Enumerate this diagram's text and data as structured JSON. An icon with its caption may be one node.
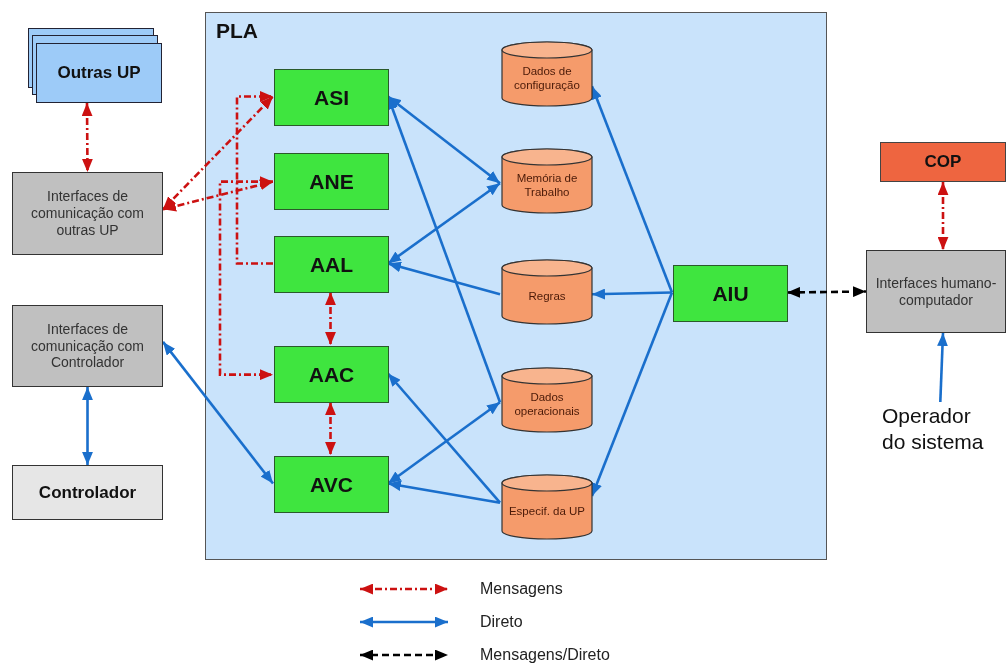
{
  "diagram": {
    "nodes": [
      {
        "text": [
          "Outras UP"
        ]
      },
      {
        "text": [
          "Interfaces de comunicação com outras UP"
        ]
      },
      {
        "text": [
          "Interfaces de comunicação com Controlador"
        ]
      },
      {
        "text": [
          "Controlador"
        ]
      },
      {
        "text": [
          "PLA"
        ]
      },
      {
        "text": [
          "ASI"
        ],
        "in": 4
      },
      {
        "text": [
          "ANE"
        ],
        "in": 4
      },
      {
        "text": [
          "AAL"
        ],
        "in": 4
      },
      {
        "text": [
          "AAC"
        ],
        "in": 4
      },
      {
        "text": [
          "AVC"
        ],
        "in": 4
      },
      {
        "text": [
          "Dados de configuração"
        ],
        "in": 4
      },
      {
        "text": [
          "Memória de Trabalho"
        ],
        "in": 4
      },
      {
        "text": [
          "Regras"
        ],
        "in": 4
      },
      {
        "text": [
          "Dados operacionais"
        ],
        "in": 4
      },
      {
        "text": [
          "Especif. da UP"
        ],
        "in": 4
      },
      {
        "text": [
          "AIU"
        ],
        "in": 4
      },
      {
        "text": [
          "COP"
        ]
      },
      {
        "text": [
          "Interfaces humano-computador"
        ]
      },
      {
        "text": [
          "Operador do sistema"
        ]
      }
    ],
    "edges": [
      {
        "from": 0,
        "to": 1,
        "arrow": "both",
        "style": "dashed",
        "color": "#cc1111"
      },
      {
        "from": 1,
        "to": 5,
        "arrow": "both",
        "style": "dashed",
        "color": "#cc1111"
      },
      {
        "from": 1,
        "to": 6,
        "arrow": "both",
        "style": "dashed",
        "color": "#cc1111"
      },
      {
        "from": 7,
        "to": 5,
        "arrow": "to",
        "style": "dashed",
        "color": "#cc1111"
      },
      {
        "from": 6,
        "to": 8,
        "arrow": "both",
        "style": "dashed",
        "color": "#cc1111"
      },
      {
        "from": 7,
        "to": 8,
        "arrow": "both",
        "style": "dashed",
        "color": "#cc1111"
      },
      {
        "from": 8,
        "to": 9,
        "arrow": "both",
        "style": "dashed",
        "color": "#cc1111"
      },
      {
        "from": 2,
        "to": 9,
        "arrow": "both"
      },
      {
        "from": 2,
        "to": 3,
        "arrow": "both"
      },
      {
        "from": 5,
        "to": 11,
        "arrow": "both"
      },
      {
        "from": 13,
        "to": 5,
        "arrow": "to"
      },
      {
        "from": 11,
        "to": 7,
        "arrow": "both"
      },
      {
        "from": 12,
        "to": 7,
        "arrow": "to"
      },
      {
        "from": 14,
        "to": 8,
        "arrow": "to"
      },
      {
        "from": 9,
        "to": 13,
        "arrow": "both"
      },
      {
        "from": 14,
        "to": 9,
        "arrow": "to"
      },
      {
        "from": 15,
        "to": 10,
        "arrow": "to"
      },
      {
        "from": 15,
        "to": 12,
        "arrow": "to"
      },
      {
        "from": 15,
        "to": 14,
        "arrow": "to"
      },
      {
        "from": 15,
        "to": 17,
        "arrow": "both",
        "style": "dashed",
        "color": "#000000"
      },
      {
        "from": 16,
        "to": 17,
        "arrow": "both",
        "style": "dashed",
        "color": "#cc1111"
      },
      {
        "from": 18,
        "to": 17,
        "arrow": "to"
      }
    ],
    "legend": [
      {
        "text": "Mensagens"
      },
      {
        "text": "Direto"
      },
      {
        "text": "Mensagens/Direto"
      }
    ]
  }
}
